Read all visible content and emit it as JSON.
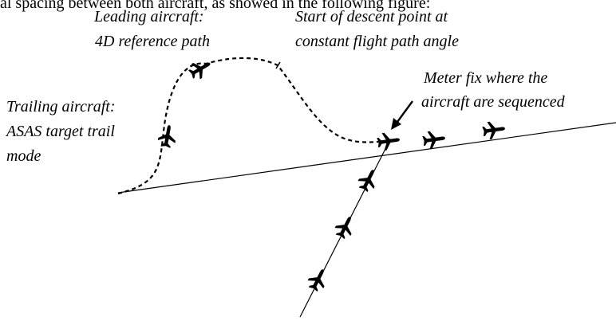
{
  "top_cut_text": "al spacing between both aircraft, as showed in the following figure:",
  "labels": {
    "leading_line1": "Leading aircraft:",
    "leading_line2": "4D reference path",
    "descent_line1": "Start of descent point at",
    "descent_line2": "constant flight path angle",
    "meter_line1": "Meter fix where the",
    "meter_line2": "aircraft are sequenced",
    "trailing_line1": "Trailing aircraft:",
    "trailing_line2": "ASAS target trail",
    "trailing_line3": "mode"
  },
  "icons": {
    "aircraft": "airplane-icon",
    "meter_fix": "meter-fix-aircraft-icon",
    "arrow": "arrow-pointer"
  },
  "colors": {
    "ink": "#000000",
    "background": "#ffffff"
  }
}
